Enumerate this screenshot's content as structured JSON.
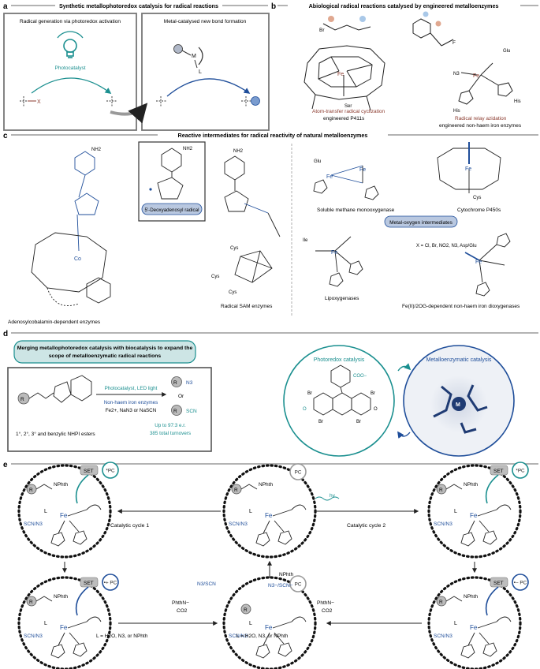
{
  "panels": {
    "a": {
      "letter": "a",
      "title": "Synthetic metallophotoredox catalysis for radical reactions",
      "box1_title": "Radical generation via photoredox activation",
      "box2_title": "Metal-catalysed new bond formation",
      "photocatalyst": "Photocatalyst",
      "x_label": "X",
      "m_label": "M",
      "l_label": "L"
    },
    "b": {
      "letter": "b",
      "title": "Abiological radical reactions catalysed by engineered metalloenzymes",
      "left_reaction": "Atom-transfer radical cyclization",
      "left_enzyme": "engineered P411s",
      "right_reaction": "Radical relay azidation",
      "right_enzyme": "engineered non-haem iron enzymes",
      "fe_label": "Fe",
      "ser": "Ser",
      "his": "His",
      "glu": "Glu",
      "br": "Br",
      "n3": "N3",
      "f": "F"
    },
    "c": {
      "letter": "c",
      "title": "Reactive intermediates for radical reactivity of natural metalloenzymes",
      "adenosyl_radical": "5′-Deoxyadenosyl radical",
      "cobalamin": "Adenosylcobalamin-dependent enzymes",
      "sam": "Radical SAM enzymes",
      "mmo": "Soluble methane monooxygenase",
      "p450": "Cytochrome P450s",
      "metal_oxygen": "Metal-oxygen intermediates",
      "lipoxygenase": "Lipoxygenases",
      "feii_2og": "Fe(II)/2OG-dependent non-haem iron dioxygenases",
      "x_list": "X = Cl, Br, NO2, N3, Asp/Glu",
      "co": "Co",
      "cys": "Cys",
      "ile": "Ile",
      "nh2": "NH2"
    },
    "d": {
      "letter": "d",
      "title": "Merging metallophotoredox catalysis with biocatalysis to expand the scope of metalloenzymatic radical reactions",
      "conditions1": "Photocatalyst, LED light",
      "conditions2": "Non-haem iron enzymes",
      "conditions3": "Fe2+, NaN3 or NaSCN",
      "product1": "N3",
      "or": "Or",
      "product2": "SCN",
      "yield1": "Up to 97:3 e.r.",
      "yield2": "385 total turnovers",
      "substrates": "1°, 2°, 3° and benzylic NHPI esters",
      "photoredox": "Photoredox catalysis",
      "metalloenzymatic": "Metalloenzymatic catalysis",
      "r": "R",
      "m": "M",
      "coo": "COO−",
      "br": "Br",
      "o": "O"
    },
    "e": {
      "letter": "e",
      "cycle1": "Catalytic cycle 1",
      "cycle2": "Catalytic cycle 2",
      "set": "SET",
      "pc": "PC",
      "pc_star": "*PC",
      "pc_plus": "•+ PC",
      "pc_minus": "•− PC",
      "hv": "hv",
      "nphth": "NPhth",
      "scn_n3": "SCN/N3",
      "product": "N3/SCN",
      "anions": "N3−/SCN−",
      "phthn": "PhthN−",
      "co2": "CO2",
      "l_def": "L = H2O, N3, or NPhth",
      "fe": "Fe",
      "l": "L",
      "r": "R"
    }
  },
  "colors": {
    "teal": "#1a8f8f",
    "blue": "#1f4e9a",
    "brown": "#8b3a2e",
    "gray": "#9a9a9a"
  }
}
